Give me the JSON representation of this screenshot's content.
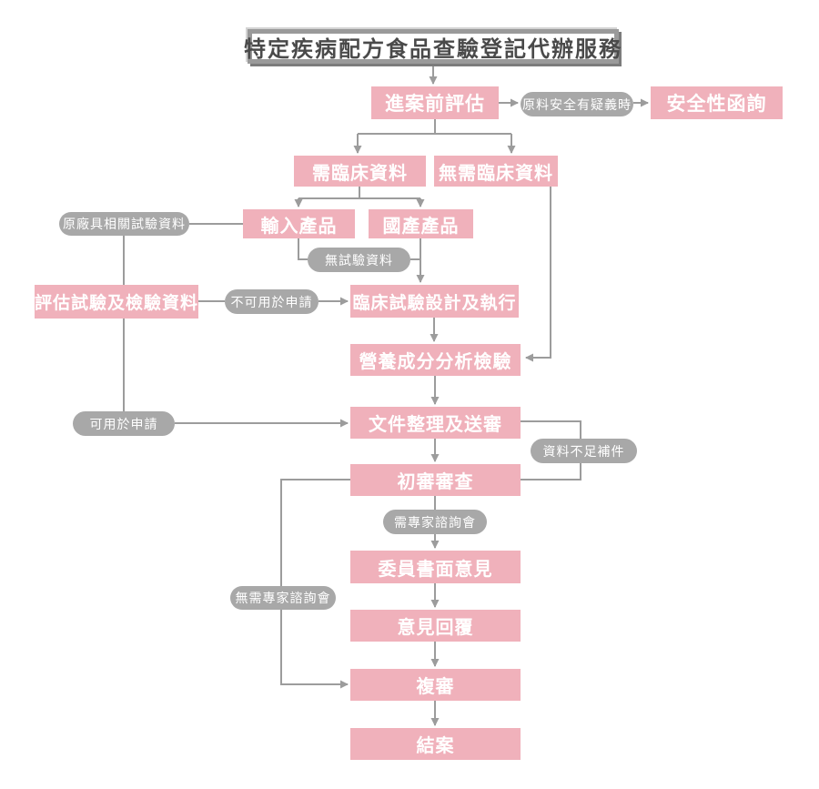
{
  "title": "特定疾病配方食品查驗登記代辦服務",
  "colors": {
    "box_pink": "#f0b1bb",
    "pill_gray": "#a8a8a8",
    "line_gray": "#9c9c9c",
    "title_text": "#4a4a4a",
    "node_text": "#ffffff"
  },
  "diagram": {
    "nodes": [
      {
        "id": "pre_assessment",
        "kind": "box",
        "label": "進案前評估"
      },
      {
        "id": "safety_inquiry",
        "kind": "box",
        "label": "安全性函詢"
      },
      {
        "id": "need_clinical",
        "kind": "box",
        "label": "需臨床資料"
      },
      {
        "id": "no_clinical",
        "kind": "box",
        "label": "無需臨床資料"
      },
      {
        "id": "imported",
        "kind": "box",
        "label": "輸入產品"
      },
      {
        "id": "domestic",
        "kind": "box",
        "label": "國產產品"
      },
      {
        "id": "eval_test",
        "kind": "box",
        "label": "評估試驗及檢驗資料"
      },
      {
        "id": "clinical_trial",
        "kind": "box",
        "label": "臨床試驗設計及執行"
      },
      {
        "id": "nutrition",
        "kind": "box",
        "label": "營養成分分析檢驗"
      },
      {
        "id": "doc_submit",
        "kind": "box",
        "label": "文件整理及送審"
      },
      {
        "id": "first_review",
        "kind": "box",
        "label": "初審審查"
      },
      {
        "id": "committee",
        "kind": "box",
        "label": "委員書面意見"
      },
      {
        "id": "reply",
        "kind": "box",
        "label": "意見回覆"
      },
      {
        "id": "second_review",
        "kind": "box",
        "label": "複審"
      },
      {
        "id": "closing",
        "kind": "box",
        "label": "結案"
      },
      {
        "id": "material_safety",
        "kind": "pill",
        "label": "原料安全有疑義時"
      },
      {
        "id": "original_test",
        "kind": "pill",
        "label": "原廠具相關試驗資料"
      },
      {
        "id": "no_test",
        "kind": "pill",
        "label": "無試驗資料"
      },
      {
        "id": "not_applicable",
        "kind": "pill",
        "label": "不可用於申請"
      },
      {
        "id": "applicable",
        "kind": "pill",
        "label": "可用於申請"
      },
      {
        "id": "insufficient",
        "kind": "pill",
        "label": "資料不足補件"
      },
      {
        "id": "need_expert",
        "kind": "pill",
        "label": "需專家諮詢會"
      },
      {
        "id": "no_expert",
        "kind": "pill",
        "label": "無需專家諮詢會"
      }
    ],
    "edges": [
      {
        "from": "title",
        "to": "pre_assessment"
      },
      {
        "from": "pre_assessment",
        "to": "material_safety"
      },
      {
        "from": "material_safety",
        "to": "safety_inquiry"
      },
      {
        "from": "pre_assessment",
        "to": "need_clinical"
      },
      {
        "from": "pre_assessment",
        "to": "no_clinical"
      },
      {
        "from": "need_clinical",
        "to": "imported"
      },
      {
        "from": "need_clinical",
        "to": "domestic"
      },
      {
        "from": "original_test",
        "to": "imported"
      },
      {
        "from": "original_test",
        "to": "eval_test"
      },
      {
        "from": "imported",
        "to": "no_test"
      },
      {
        "from": "no_test",
        "to": "clinical_trial"
      },
      {
        "from": "domestic",
        "to": "clinical_trial"
      },
      {
        "from": "eval_test",
        "to": "not_applicable"
      },
      {
        "from": "not_applicable",
        "to": "clinical_trial"
      },
      {
        "from": "clinical_trial",
        "to": "nutrition"
      },
      {
        "from": "no_clinical",
        "to": "nutrition"
      },
      {
        "from": "nutrition",
        "to": "doc_submit"
      },
      {
        "from": "eval_test",
        "to": "applicable"
      },
      {
        "from": "applicable",
        "to": "doc_submit"
      },
      {
        "from": "doc_submit",
        "to": "first_review"
      },
      {
        "from": "first_review",
        "to": "doc_submit",
        "label": "資料不足補件"
      },
      {
        "from": "first_review",
        "to": "committee",
        "label": "需專家諮詢會"
      },
      {
        "from": "committee",
        "to": "reply"
      },
      {
        "from": "reply",
        "to": "second_review"
      },
      {
        "from": "first_review",
        "to": "second_review",
        "label": "無需專家諮詢會"
      },
      {
        "from": "second_review",
        "to": "closing"
      }
    ]
  }
}
